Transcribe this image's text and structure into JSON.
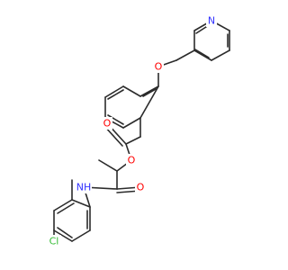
{
  "molecule": {
    "atoms": [
      {
        "id": "N_py",
        "label": "N",
        "color": "#3333ff"
      },
      {
        "id": "O_ether",
        "label": "O",
        "color": "#ff0000"
      },
      {
        "id": "O_carbonyl1",
        "label": "O",
        "color": "#ff0000"
      },
      {
        "id": "O_ester",
        "label": "O",
        "color": "#ff0000"
      },
      {
        "id": "N_amide",
        "label": "NH",
        "color": "#3333ff"
      },
      {
        "id": "O_carbonyl2",
        "label": "O",
        "color": "#ff0000"
      },
      {
        "id": "Cl",
        "label": "Cl",
        "color": "#33bb33"
      }
    ],
    "bond_color": "#2b2b2b"
  }
}
